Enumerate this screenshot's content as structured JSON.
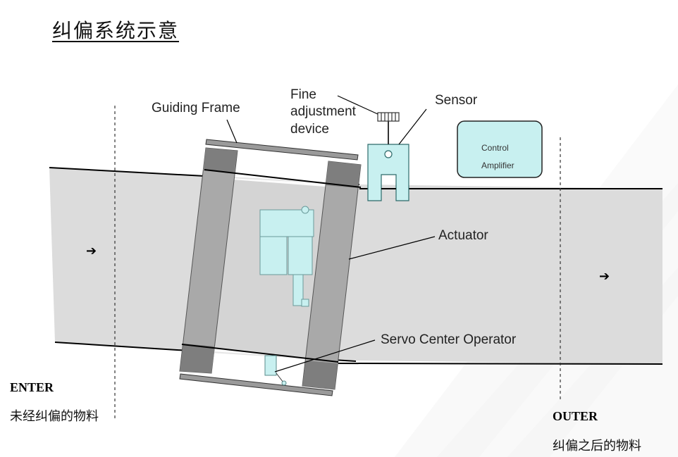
{
  "title": "纠偏系统示意",
  "labels": {
    "guiding_frame": "Guiding Frame",
    "fine_adjustment_line1": "Fine",
    "fine_adjustment_line2": "adjustment",
    "fine_adjustment_line3": "device",
    "sensor": "Sensor",
    "control_line1": "Control",
    "control_line2": "Amplifier",
    "actuator": "Actuator",
    "servo_center_operator": "Servo Center Operator"
  },
  "enter": {
    "en": "ENTER",
    "cn": "未经纠偏的物料"
  },
  "outer": {
    "en": "OUTER",
    "cn": "纠偏之后的物料"
  },
  "flow_icons": [
    "arrow-right-icon",
    "arrow-right-icon"
  ],
  "colors": {
    "web": "#d9d9d9",
    "frame_dark": "#8a8a8a",
    "roller": "#a6a6a6",
    "component_fill": "#c8f0f0",
    "line": "#000000"
  }
}
